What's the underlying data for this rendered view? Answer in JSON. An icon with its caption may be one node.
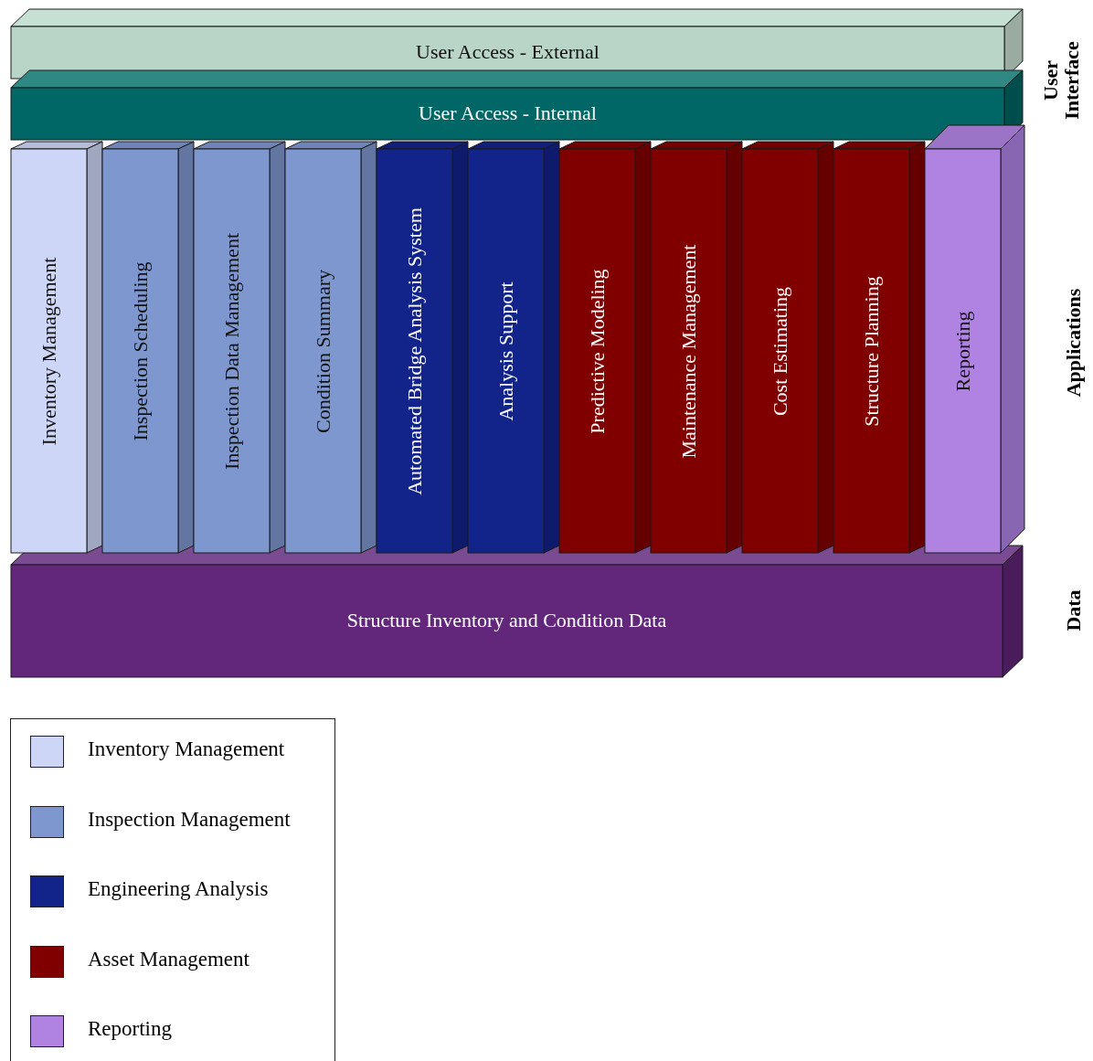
{
  "diagram": {
    "nodes": [
      {
        "text": [
          "User Access - External"
        ]
      },
      {
        "text": [
          "User Access - Internal"
        ]
      },
      {
        "text": [
          "Inventory Management"
        ]
      },
      {
        "text": [
          "Inspection Scheduling"
        ]
      },
      {
        "text": [
          "Inspection Data Management"
        ]
      },
      {
        "text": [
          "Condition Summary"
        ]
      },
      {
        "text": [
          "Automated Bridge Analysis System"
        ]
      },
      {
        "text": [
          "Analysis Support"
        ]
      },
      {
        "text": [
          "Predictive Modeling"
        ]
      },
      {
        "text": [
          "Maintenance Management"
        ]
      },
      {
        "text": [
          "Cost Estimating"
        ]
      },
      {
        "text": [
          "Structure Planning"
        ]
      },
      {
        "text": [
          "Reporting"
        ]
      },
      {
        "text": [
          "Structure Inventory and Condition Data"
        ]
      }
    ],
    "labels": [
      "User Interface",
      "Applications",
      "Data"
    ],
    "legend": [
      {
        "text": "Inventory Management",
        "color": "#cdd6f7"
      },
      {
        "text": "Inspection Management",
        "color": "#7f97cf"
      },
      {
        "text": "Engineering Analysis",
        "color": "#12238a"
      },
      {
        "text": "Asset Management",
        "color": "#800000"
      },
      {
        "text": "Reporting",
        "color": "#b083e3"
      }
    ]
  }
}
